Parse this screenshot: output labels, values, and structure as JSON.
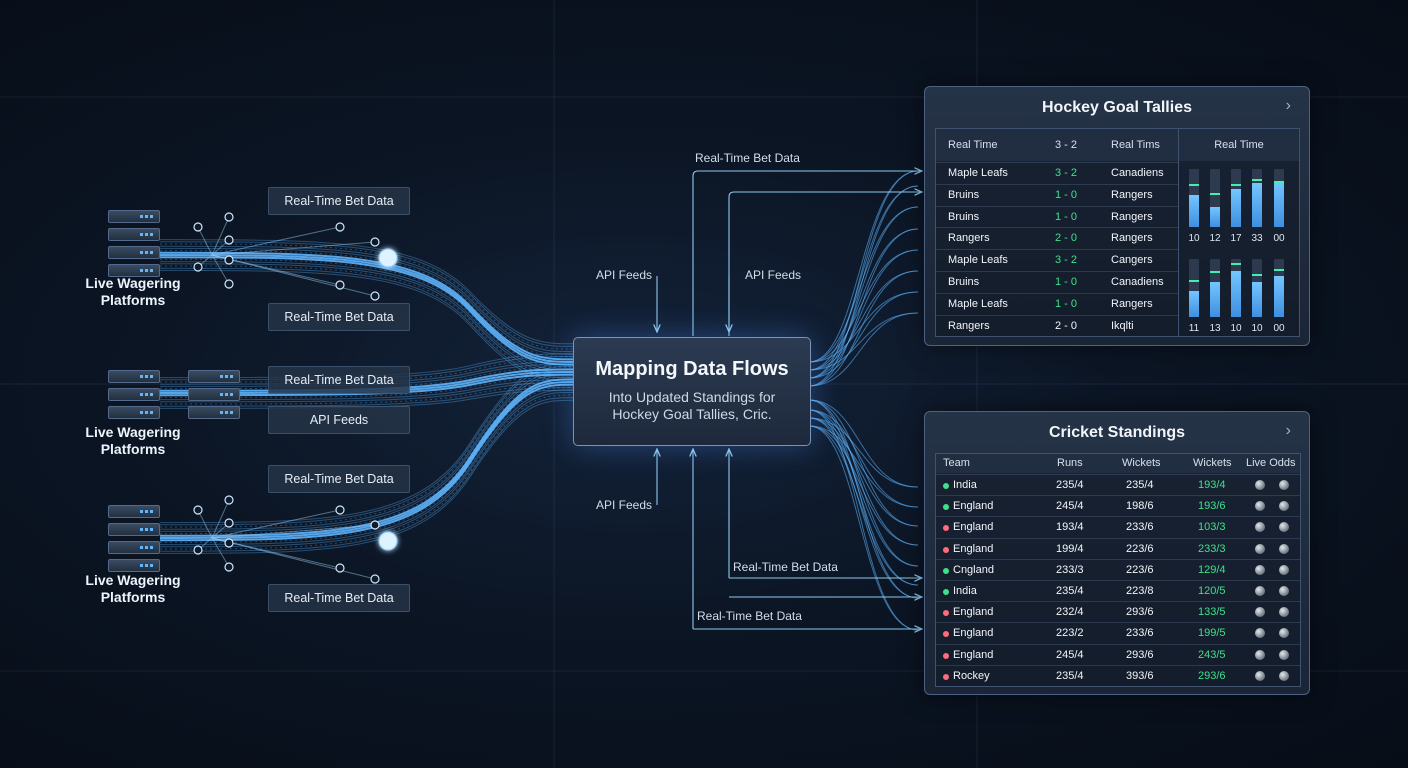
{
  "colors": {
    "background": "#0b1524",
    "flow_blue": "#5fb6ff",
    "arrow_line": "#8fc8ee",
    "accent_green": "#3fe08a",
    "dot_green": "#3fe08a",
    "dot_red": "#ff6b7a"
  },
  "platforms": [
    {
      "label": "Live Wagering Platforms"
    },
    {
      "label": "Live Wagering Platforms"
    },
    {
      "label": "Live Wagering Platforms"
    }
  ],
  "source_tags": [
    "Real-Time Bet Data",
    "Real-Time Bet Data",
    "Real-Time Bet Data",
    "API Feeds",
    "Real-Time Bet Data",
    "Real-Time Bet Data"
  ],
  "hub": {
    "title": "Mapping Data Flows",
    "subtitle_line1": "Into Updated Standings for",
    "subtitle_line2": "Hockey Goal Tallies, Cric."
  },
  "flow_labels": {
    "top_real_time": "Real-Time Bet Data",
    "top_api_left": "API Feeds",
    "top_api_right": "API Feeds",
    "bottom_api": "API Feeds",
    "bottom_real_time_1": "Real-Time Bet Data",
    "bottom_real_time_2": "Real-Time Bet Data"
  },
  "hockey": {
    "title": "Hockey Goal Tallies",
    "chevron": "›",
    "header": {
      "col1": "Real Time",
      "col2": "3 - 2",
      "col3": "Real Tims",
      "col4": "Real Time"
    },
    "rows": [
      {
        "home": "Maple Leafs",
        "score": "3 - 2",
        "away": "Canadiens",
        "green": true
      },
      {
        "home": "Bruins",
        "score": "1 - 0",
        "away": "Rangers",
        "green": true
      },
      {
        "home": "Bruins",
        "score": "1 - 0",
        "away": "Rangers",
        "green": true
      },
      {
        "home": "Rangers",
        "score": "2 - 0",
        "away": "Rangers",
        "green": true
      },
      {
        "home": "Maple Leafs",
        "score": "3 - 2",
        "away": "Cangers",
        "green": true
      },
      {
        "home": "Bruins",
        "score": "1 - 0",
        "away": "Canadiens",
        "green": true
      },
      {
        "home": "Maple Leafs",
        "score": "1 - 0",
        "away": "Rangers",
        "green": true
      },
      {
        "home": "Rangers",
        "score": "2 - 0",
        "away": "Ikqlti",
        "green": false
      }
    ],
    "bars_top": {
      "labels": [
        "10",
        "12",
        "17",
        "33",
        "00"
      ],
      "levels": [
        0.55,
        0.35,
        0.65,
        0.75,
        0.8
      ],
      "markers": [
        0.7,
        0.55,
        0.7,
        0.8,
        0.75
      ]
    },
    "bars_bottom": {
      "labels": [
        "11",
        "13",
        "10",
        "10",
        "00"
      ],
      "levels": [
        0.45,
        0.6,
        0.8,
        0.6,
        0.7
      ],
      "markers": [
        0.6,
        0.75,
        0.9,
        0.7,
        0.8
      ]
    }
  },
  "cricket": {
    "title": "Cricket Standings",
    "chevron": "›",
    "headers": [
      "Team",
      "Runs",
      "Wickets",
      "Wickets",
      "Live Odds"
    ],
    "rows": [
      {
        "team": "India",
        "runs": "235/4",
        "w1": "235/4",
        "w2": "193/4",
        "dot": "green"
      },
      {
        "team": "England",
        "runs": "245/4",
        "w1": "198/6",
        "w2": "193/6",
        "dot": "green"
      },
      {
        "team": "England",
        "runs": "193/4",
        "w1": "233/6",
        "w2": "103/3",
        "dot": "red"
      },
      {
        "team": "England",
        "runs": "199/4",
        "w1": "223/6",
        "w2": "233/3",
        "dot": "red"
      },
      {
        "team": "Cngland",
        "runs": "233/3",
        "w1": "223/6",
        "w2": "129/4",
        "dot": "green"
      },
      {
        "team": "India",
        "runs": "235/4",
        "w1": "223/8",
        "w2": "120/5",
        "dot": "green"
      },
      {
        "team": "England",
        "runs": "232/4",
        "w1": "293/6",
        "w2": "133/5",
        "dot": "red"
      },
      {
        "team": "England",
        "runs": "223/2",
        "w1": "233/6",
        "w2": "199/5",
        "dot": "red"
      },
      {
        "team": "England",
        "runs": "245/4",
        "w1": "293/6",
        "w2": "243/5",
        "dot": "red"
      },
      {
        "team": "Rockey",
        "runs": "235/4",
        "w1": "393/6",
        "w2": "293/6",
        "dot": "red"
      }
    ]
  }
}
